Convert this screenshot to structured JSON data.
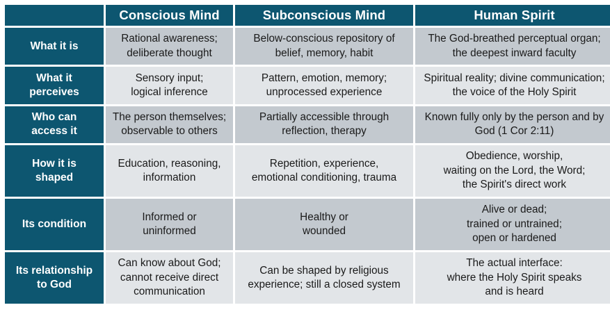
{
  "table": {
    "corner_label": "",
    "columns": [
      {
        "key": "conscious",
        "label": "Conscious Mind"
      },
      {
        "key": "subconscious",
        "label": "Subconscious Mind"
      },
      {
        "key": "spirit",
        "label": "Human Spirit"
      }
    ],
    "rows": [
      {
        "label": "What it is",
        "label_lines": [
          "What it is"
        ],
        "shade": "dark",
        "cells": [
          {
            "lines": [
              "Rational awareness;",
              "deliberate thought"
            ]
          },
          {
            "lines": [
              "Below-conscious repository of",
              "belief, memory, habit"
            ]
          },
          {
            "lines": [
              "The God-breathed perceptual organ;",
              "the deepest inward faculty"
            ]
          }
        ]
      },
      {
        "label": "What it perceives",
        "label_lines": [
          "What it",
          "perceives"
        ],
        "shade": "light",
        "cells": [
          {
            "lines": [
              "Sensory input;",
              "logical inference"
            ]
          },
          {
            "lines": [
              "Pattern, emotion, memory;",
              "unprocessed experience"
            ]
          },
          {
            "lines": [
              "Spiritual reality; divine communication;",
              "the voice of the Holy Spirit"
            ]
          }
        ]
      },
      {
        "label": "Who can access it",
        "label_lines": [
          "Who can",
          "access it"
        ],
        "shade": "dark",
        "cells": [
          {
            "lines": [
              "The person themselves;",
              "observable to others"
            ]
          },
          {
            "lines": [
              "Partially accessible through",
              "reflection, therapy"
            ]
          },
          {
            "lines": [
              "Known fully only by the person and by",
              "God (1 Cor 2:11)"
            ]
          }
        ]
      },
      {
        "label": "How it is shaped",
        "label_lines": [
          "How it is",
          "shaped"
        ],
        "shade": "light",
        "cells": [
          {
            "lines": [
              "Education, reasoning,",
              "information"
            ]
          },
          {
            "lines": [
              "Repetition, experience,",
              "emotional conditioning, trauma"
            ]
          },
          {
            "lines": [
              "Obedience, worship,",
              "waiting on the Lord, the Word;",
              "the Spirit's direct work"
            ]
          }
        ]
      },
      {
        "label": "Its condition",
        "label_lines": [
          "Its condition"
        ],
        "shade": "dark",
        "cells": [
          {
            "lines": [
              "Informed or",
              "uninformed"
            ]
          },
          {
            "lines": [
              "Healthy or",
              "wounded"
            ]
          },
          {
            "lines": [
              "Alive or dead;",
              "trained or untrained;",
              "open or hardened"
            ]
          }
        ]
      },
      {
        "label": "Its relationship to God",
        "label_lines": [
          "Its relationship",
          "to God"
        ],
        "shade": "light",
        "cells": [
          {
            "lines": [
              "Can know about God;",
              "cannot receive direct",
              "communication"
            ]
          },
          {
            "lines": [
              "Can be shaped by religious",
              "experience; still a closed system"
            ]
          },
          {
            "lines": [
              "The actual interface:",
              "where the Holy Spirit speaks",
              "and is heard"
            ]
          }
        ]
      }
    ]
  },
  "colors": {
    "header_blue": "#0D5670",
    "row_shade_dark": "#C3C9CF",
    "row_shade_light": "#E2E5E8",
    "header_text": "#FFFFFF",
    "body_text": "#1A1A1A",
    "page_background": "#FFFFFF"
  }
}
